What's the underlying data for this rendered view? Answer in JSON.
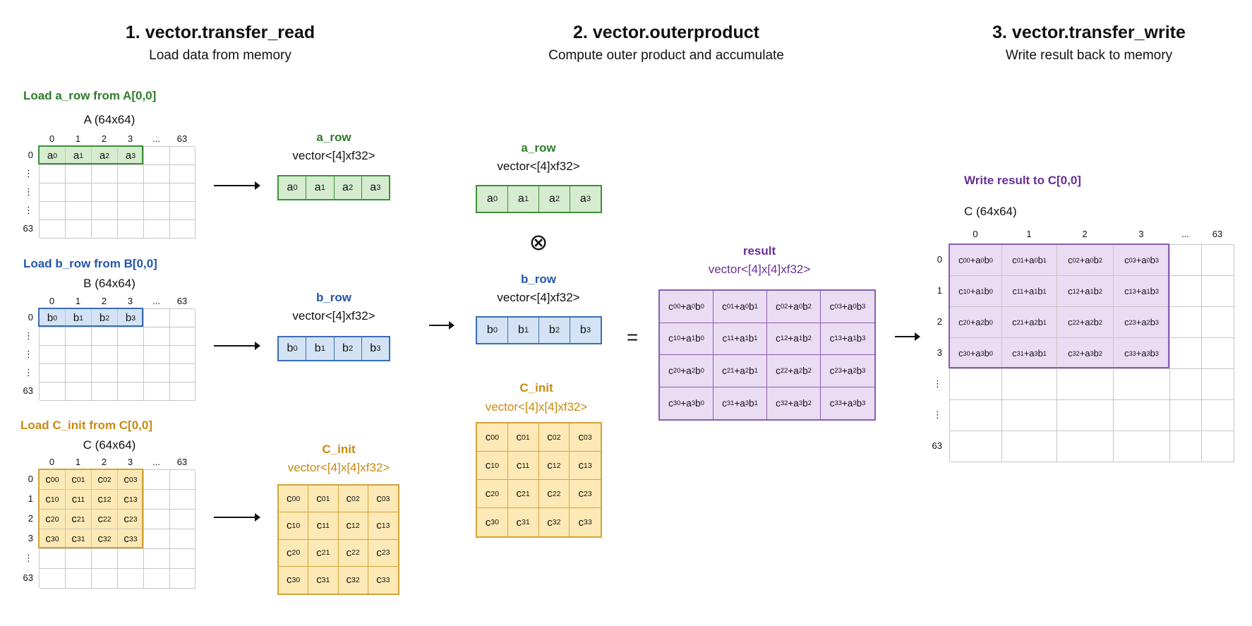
{
  "steps": [
    {
      "title": "1. vector.transfer_read",
      "subtitle": "Load data from memory"
    },
    {
      "title": "2. vector.outerproduct",
      "subtitle": "Compute outer product and accumulate"
    },
    {
      "title": "3. vector.transfer_write",
      "subtitle": "Write result back to memory"
    }
  ],
  "colors": {
    "green": "#3e8f3a",
    "blue": "#3b6db4",
    "yellow": "#d4a33a",
    "purple": "#8a5eb0"
  },
  "read": {
    "a": {
      "load_label": "Load a_row from A[0,0]",
      "matrix_label": "A (64x64)",
      "col_idx": [
        "0",
        "1",
        "2",
        "3",
        "...",
        "63"
      ],
      "row_idx": [
        "0",
        "⋮",
        "⋮",
        "⋮",
        "63"
      ],
      "cells": [
        "a0",
        "a1",
        "a2",
        "a3"
      ],
      "vec_name": "a_row",
      "vec_type": "vector<[4]xf32>"
    },
    "b": {
      "load_label": "Load b_row from B[0,0]",
      "matrix_label": "B (64x64)",
      "col_idx": [
        "0",
        "1",
        "2",
        "3",
        "...",
        "63"
      ],
      "row_idx": [
        "0",
        "⋮",
        "⋮",
        "⋮",
        "63"
      ],
      "cells": [
        "b0",
        "b1",
        "b2",
        "b3"
      ],
      "vec_name": "b_row",
      "vec_type": "vector<[4]xf32>"
    },
    "c": {
      "load_label": "Load C_init from C[0,0]",
      "matrix_label": "C (64x64)",
      "col_idx": [
        "0",
        "1",
        "2",
        "3",
        "...",
        "63"
      ],
      "row_idx": [
        "0",
        "1",
        "2",
        "3",
        "⋮",
        "63"
      ],
      "cells": [
        [
          "c00",
          "c01",
          "c02",
          "c03"
        ],
        [
          "c10",
          "c11",
          "c12",
          "c13"
        ],
        [
          "c20",
          "c21",
          "c22",
          "c23"
        ],
        [
          "c30",
          "c31",
          "c32",
          "c33"
        ]
      ],
      "vec_name": "C_init",
      "vec_type": "vector<[4]x[4]xf32>"
    }
  },
  "outer": {
    "a_name": "a_row",
    "a_type": "vector<[4]xf32>",
    "op_symbol": "⊗",
    "b_name": "b_row",
    "b_type": "vector<[4]xf32>",
    "c_name": "C_init",
    "c_type": "vector<[4]x[4]xf32>",
    "eq_symbol": "=",
    "result_name": "result",
    "result_type": "vector<[4]x[4]xf32>",
    "result_cells": [
      [
        "c00+a0b0",
        "c01+a0b1",
        "c02+a0b2",
        "c03+a0b3"
      ],
      [
        "c10+a1b0",
        "c11+a1b1",
        "c12+a1b2",
        "c13+a1b3"
      ],
      [
        "c20+a2b0",
        "c21+a2b1",
        "c22+a2b2",
        "c23+a2b3"
      ],
      [
        "c30+a3b0",
        "c31+a3b1",
        "c32+a3b2",
        "c33+a3b3"
      ]
    ]
  },
  "write": {
    "label": "Write result to C[0,0]",
    "matrix_label": "C (64x64)",
    "col_idx": [
      "0",
      "1",
      "2",
      "3",
      "...",
      "63"
    ],
    "row_idx": [
      "0",
      "1",
      "2",
      "3",
      "⋮",
      "⋮",
      "63"
    ]
  },
  "arrow": "→"
}
